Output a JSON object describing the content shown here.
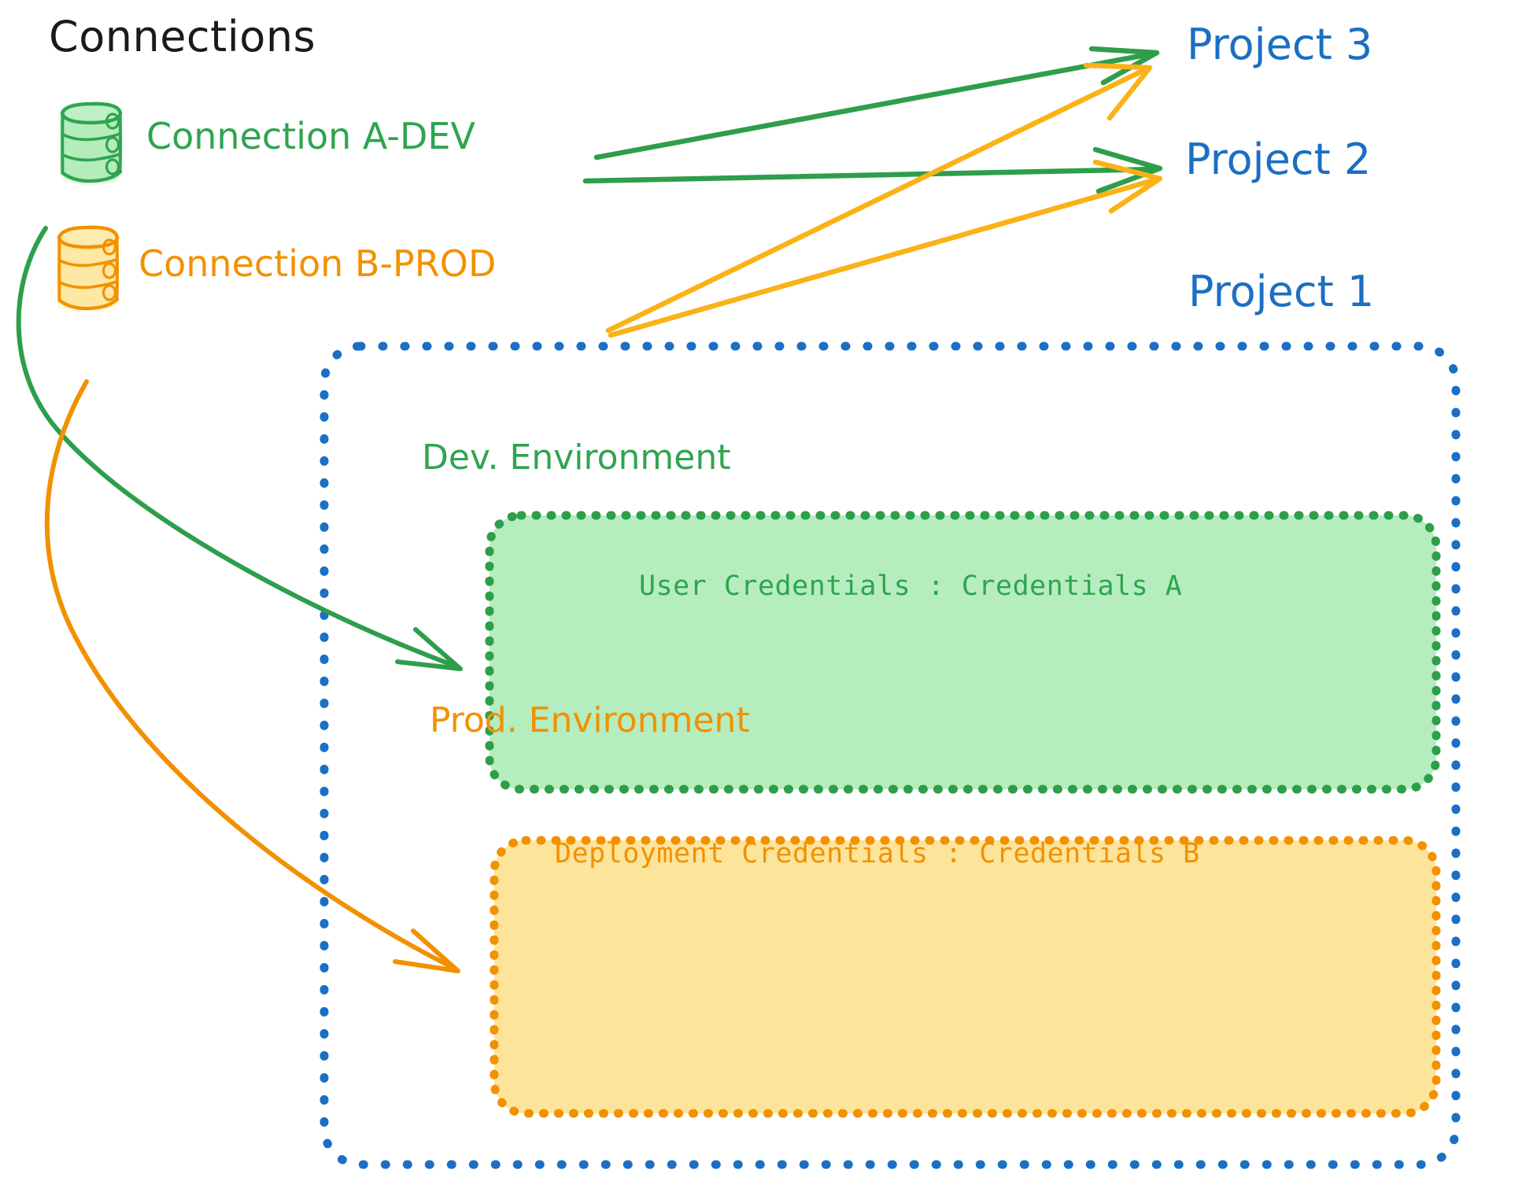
{
  "diagram": {
    "title": "Connections",
    "connections": [
      {
        "id": "conn-a-dev",
        "label": "Connection A-DEV",
        "color": "#2FA44F",
        "fill": "#A6E8AE",
        "icon": "database-cylinder-icon",
        "targets": [
          "Project 3",
          "Project 2",
          "Dev. Environment"
        ]
      },
      {
        "id": "conn-b-prod",
        "label": "Connection B-PROD",
        "color": "#F29100",
        "fill": "#FCE497",
        "icon": "database-cylinder-icon",
        "targets": [
          "Project 3",
          "Project 2",
          "Prod. Environment"
        ]
      }
    ],
    "projects": [
      {
        "id": "project-3",
        "label": "Project 3",
        "color": "#1B6FC4"
      },
      {
        "id": "project-2",
        "label": "Project 2",
        "color": "#1B6FC4"
      },
      {
        "id": "project-1",
        "label": "Project 1",
        "color": "#1B6FC4"
      }
    ],
    "project_container": {
      "label": "Project 1",
      "border_color": "#1B6FC4",
      "border_style": "dotted"
    },
    "environments": [
      {
        "id": "dev-environment",
        "title": "Dev. Environment",
        "credentials_text": "User Credentials : Credentials A",
        "credential_key": "User Credentials",
        "credential_value": "Credentials A",
        "border_color": "#2FA44F",
        "fill_color": "#B6EDBE"
      },
      {
        "id": "prod-environment",
        "title": "Prod. Environment",
        "credentials_text": "Deployment Credentials : Credentials B",
        "credential_key": "Deployment Credentials",
        "credential_value": "Credentials B",
        "border_color": "#F29100",
        "fill_color": "#FCE49A"
      }
    ],
    "colors": {
      "green": "#2FA44F",
      "green_fill": "#A6E8AE",
      "orange": "#F29100",
      "orange_amber": "#FBB216",
      "orange_fill": "#FCE497",
      "blue": "#1B6FC4",
      "black": "#1a1a1a",
      "background": "#ffffff"
    }
  }
}
